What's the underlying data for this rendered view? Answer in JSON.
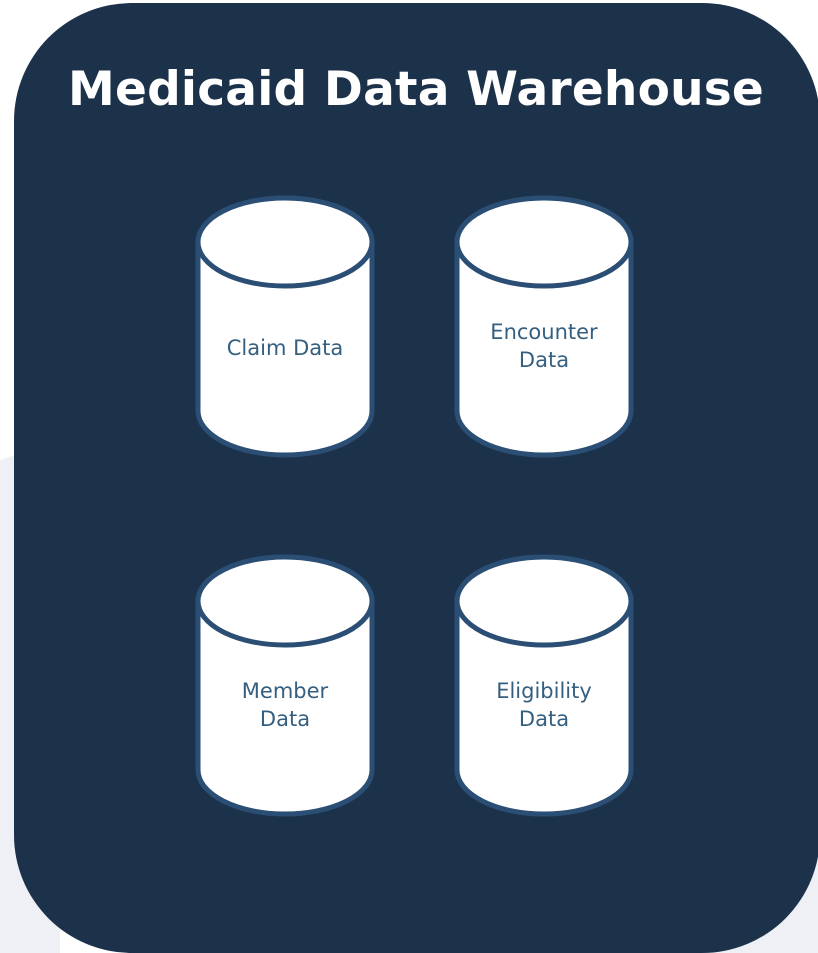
{
  "colors": {
    "panel": "#1c324b",
    "cylinder_fill": "#ffffff",
    "cylinder_stroke": "#2b4e74",
    "label_text": "#355f7f",
    "background_accent": "#eef0f5"
  },
  "title": "Medicaid Data Warehouse",
  "databases": [
    {
      "label": "Claim Data",
      "icon": "database-cylinder"
    },
    {
      "label": "Encounter\nData",
      "icon": "database-cylinder"
    },
    {
      "label": "Member\nData",
      "icon": "database-cylinder"
    },
    {
      "label": "Eligibility\nData",
      "icon": "database-cylinder"
    }
  ]
}
